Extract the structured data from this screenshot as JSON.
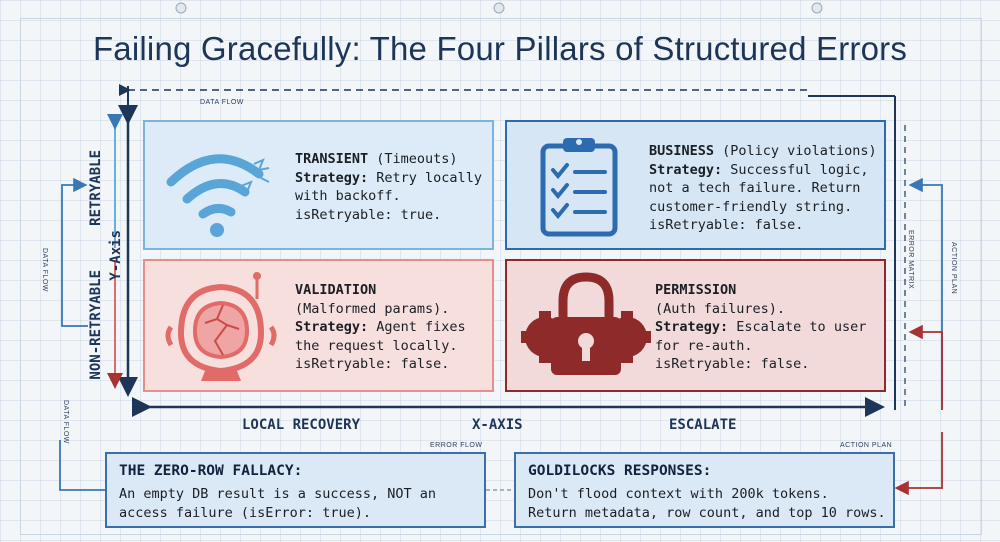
{
  "title": "Failing Gracefully: The Four Pillars of Structured Errors",
  "flow_labels": {
    "data_flow_top": "DATA FLOW",
    "data_flow_left": "DATA FLOW",
    "data_flow_left_low": "DATA FLOW",
    "error_matrix": "ERROR MATRIX",
    "action_plan_right": "ACTION PLAN",
    "error_flow": "ERROR FLOW",
    "action_plan_bottom": "ACTION PLAN"
  },
  "y_axis": {
    "label": "Y-Axis",
    "top": "RETRYABLE",
    "bottom": "NON-RETRYABLE"
  },
  "x_axis": {
    "label": "X-AXIS",
    "left": "LOCAL RECOVERY",
    "right": "ESCALATE"
  },
  "quadrants": {
    "transient": {
      "name": "TRANSIENT",
      "subtitle": " (Timeouts)",
      "strategy_label": "Strategy:",
      "strategy": " Retry locally",
      "line3": "with backoff.",
      "line4": "isRetryable: true.",
      "icon": "broken-wifi-icon",
      "color": "#5aa5d8"
    },
    "business": {
      "name": "BUSINESS",
      "subtitle": " (Policy violations)",
      "strategy_label": "Strategy:",
      "strategy": " Successful logic,",
      "line3": "not a tech failure. Return",
      "line4": "customer-friendly string.",
      "line5": "isRetryable: false.",
      "icon": "clipboard-checklist-icon",
      "color": "#2d6bb0"
    },
    "validation": {
      "name": "VALIDATION",
      "line2": "(Malformed params).",
      "strategy_label": "Strategy:",
      "strategy": " Agent fixes",
      "line4": "the request locally.",
      "line5": "isRetryable: false.",
      "icon": "cracked-helmet-icon",
      "color": "#e06b68"
    },
    "permission": {
      "name": "PERMISSION",
      "line2": "(Auth failures).",
      "strategy_label": "Strategy:",
      "strategy": " Escalate to user",
      "line4": "for re-auth.",
      "line5": "isRetryable: false.",
      "icon": "gear-padlock-icon",
      "color": "#8e2a2a"
    }
  },
  "zero_row": {
    "title": "THE ZERO-ROW FALLACY:",
    "line1": "An empty DB result is a success, NOT an",
    "line2": "access failure (isError: true)."
  },
  "goldilocks": {
    "title": "GOLDILOCKS RESPONSES:",
    "line1": "Don't flood context with 200k tokens.",
    "line2": "Return metadata, row count, and top 10 rows."
  }
}
